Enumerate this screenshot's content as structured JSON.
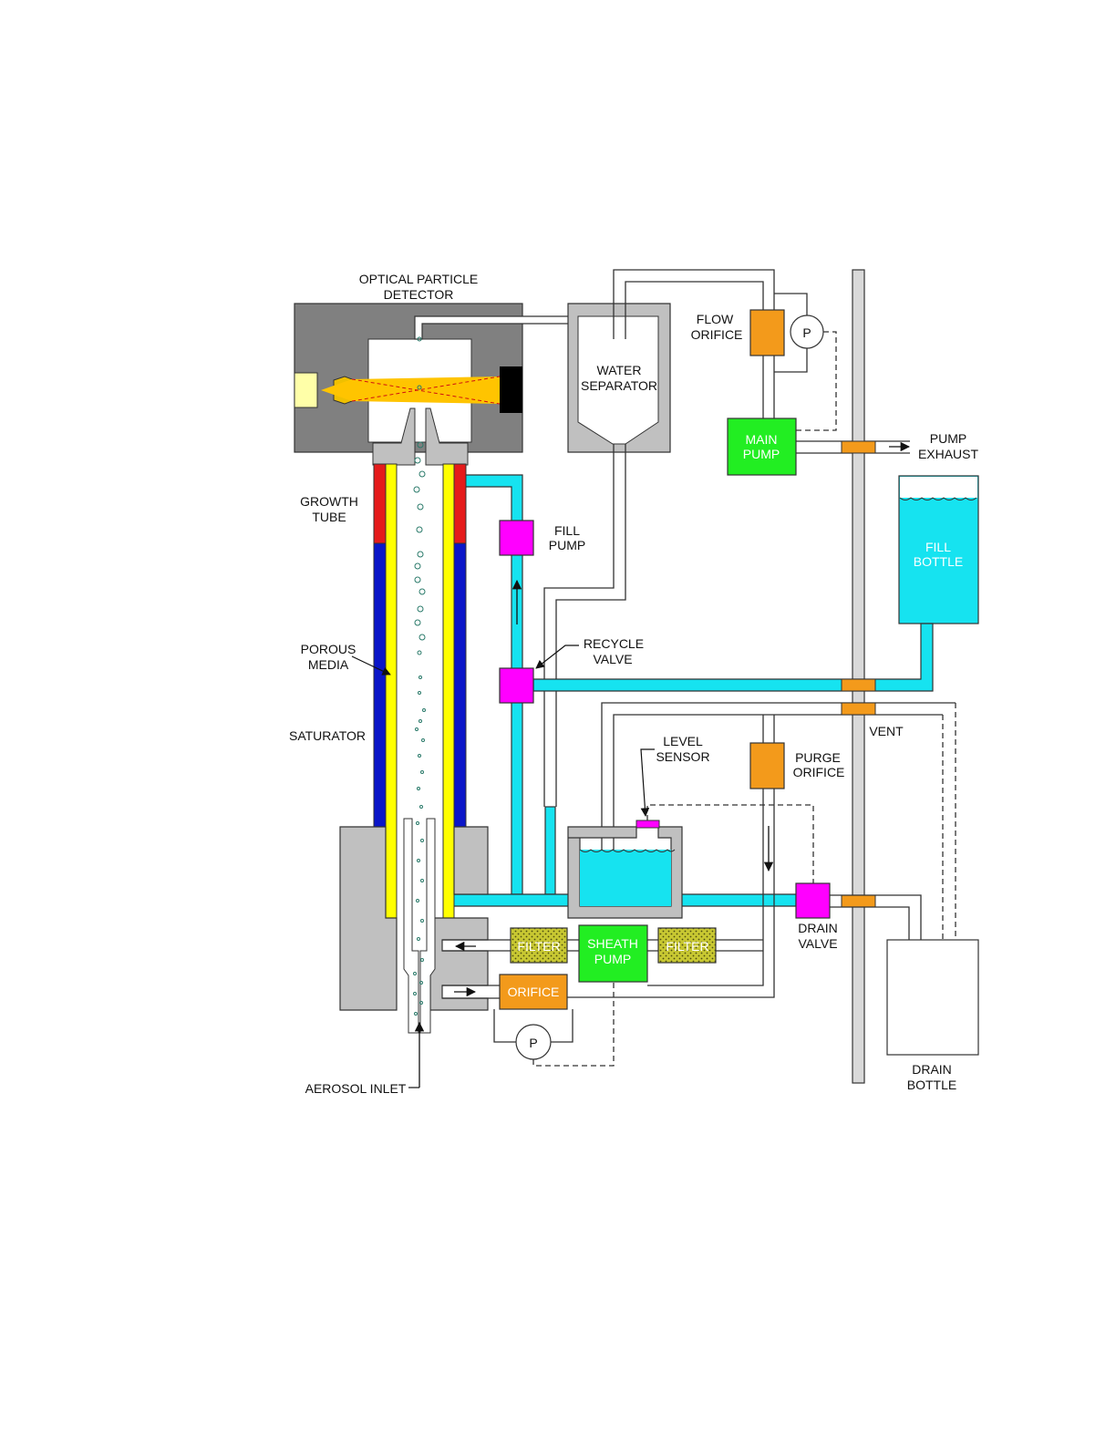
{
  "labels": {
    "optical_detector_1": "OPTICAL PARTICLE",
    "optical_detector_2": "DETECTOR",
    "water_separator_1": "WATER",
    "water_separator_2": "SEPARATOR",
    "flow_orifice_1": "FLOW",
    "flow_orifice_2": "ORIFICE",
    "main_pump_1": "MAIN",
    "main_pump_2": "PUMP",
    "pump_exhaust_1": "PUMP",
    "pump_exhaust_2": "EXHAUST",
    "fill_bottle_1": "FILL",
    "fill_bottle_2": "BOTTLE",
    "growth_tube_1": "GROWTH",
    "growth_tube_2": "TUBE",
    "fill_pump_1": "FILL",
    "fill_pump_2": "PUMP",
    "porous_media_1": "POROUS",
    "porous_media_2": "MEDIA",
    "recycle_valve_1": "RECYCLE",
    "recycle_valve_2": "VALVE",
    "saturator": "SATURATOR",
    "vent": "VENT",
    "level_sensor_1": "LEVEL",
    "level_sensor_2": "SENSOR",
    "purge_orifice_1": "PURGE",
    "purge_orifice_2": "ORIFICE",
    "drain_valve_1": "DRAIN",
    "drain_valve_2": "VALVE",
    "filter_left": "FILTER",
    "filter_right": "FILTER",
    "sheath_pump_1": "SHEATH",
    "sheath_pump_2": "PUMP",
    "orifice": "ORIFICE",
    "pressure_top": "P",
    "pressure_bottom": "P",
    "aerosol_inlet": "AEROSOL INLET",
    "drain_bottle_1": "DRAIN",
    "drain_bottle_2": "BOTTLE"
  },
  "colors": {
    "water": "#16e3f0",
    "valve": "#ff00ff",
    "orifice": "#f39a1b",
    "pump": "#22ee22",
    "filter": "#c8c832",
    "growth_hot": "#e51b1b",
    "saturator_cold": "#0b16c8",
    "porous_media": "#ffff00",
    "housing": "#808080",
    "block": "#c0c0c0",
    "laser_beam": "#ffc400"
  },
  "icons": {
    "laser_source": "laser-diode-icon",
    "photodetector": "photodetector-icon",
    "pressure_sensor": "pressure-gauge-icon"
  }
}
